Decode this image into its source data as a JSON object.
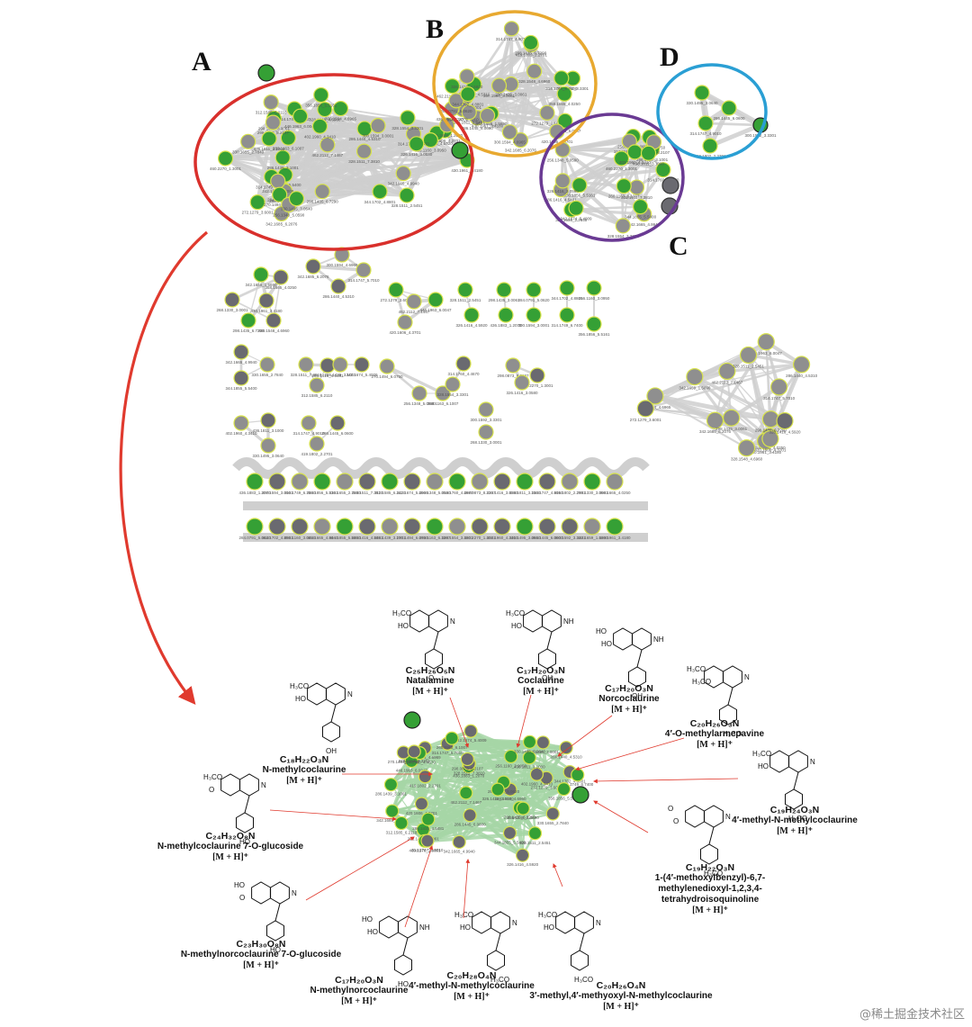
{
  "clusters": {
    "a": "A",
    "b": "B",
    "c": "C",
    "d": "D"
  },
  "colors": {
    "a": "#d9302c",
    "b": "#e8a930",
    "c": "#6a3a93",
    "d": "#2a9fd4",
    "green": "#35a035",
    "gray": "#8f8f8f",
    "dark": "#6a6a70",
    "edge": "#cfcfcf",
    "edge_green": "#a6d6a6",
    "arrow": "#e03a2e"
  },
  "top_node_labels": [
    "430.1961_3.4180",
    "298.1435_6.7290",
    "328.1548_4.6960",
    "342.1685_6.2076",
    "300.1594_4.6965",
    "314.1747_5.7010",
    "286.1440_4.5310",
    "272.1279_3.6001",
    "462.2112_7.1467",
    "446.1963_6.0047",
    "420.1606_4.3701",
    "328.1511_2.5451",
    "326.1416_4.5920",
    "298.1435_3.0061",
    "436.1883_1.2070",
    "284.0791_5.0620",
    "300.1594_3.0001",
    "344.1702_4.8801",
    "314.1749_6.7400",
    "256.1160_3.0950",
    "356.1856_5.5161",
    "342.1665_4.9940",
    "330.1655_2.7840",
    "344.1855_5.5400",
    "328.1511_7.3810",
    "286.1416_4.5481",
    "312.1585_6.2110",
    "286.1439_3.1001",
    "342.1674_5.4009"
  ],
  "top_node_labels2": [
    "270.1494_6.0750",
    "256.1348_5.0590",
    "260.1163_6.1007",
    "314.1760_4.4670",
    "328.1554_3.3301",
    "298.0873_8.2107",
    "460.2270_1.3001",
    "326.1416_3.0580",
    "402.1960_4.3410",
    "436.1811_3.1000",
    "330.1495_3.0640",
    "314.1747_4.9010",
    "286.1445_6.0600",
    "419.1802_2.2701",
    "300.1592_3.3301",
    "268.1330_3.0001",
    "342.1659_1.5690",
    "358.1665_4.0250"
  ],
  "compounds": [
    {
      "formula": "C₁₈H₂₂O₃N",
      "name": "N-methylcoclaurine",
      "adduct": "[M + H]⁺"
    },
    {
      "formula": "C₂₅H₂₆O₅N",
      "name": "Natalamine",
      "adduct": "[M + H]⁺"
    },
    {
      "formula": "C₁₇H₂₀O₃N",
      "name": "Coclaurine",
      "adduct": "[M + H]⁺"
    },
    {
      "formula": "C₁₇H₂₀O₃N",
      "name": "Norcoclaurine",
      "adduct": "[M + H]⁺"
    },
    {
      "formula": "C₂₀H₂₆O₃N",
      "name": "4′-O-methylarmepavine",
      "adduct": "[M + H]⁺"
    },
    {
      "formula": "C₁₉H₂₄O₃N",
      "name": "4′-methyl-N-methylcoclaurine",
      "adduct": "[M + H]⁺"
    },
    {
      "formula": "C₁₉H₂₂O₃N",
      "name": "1-(4′-methoxylbenzyl)-6,7-methylenedioxyl-1,2,3,4-tetrahydroisoquinoline",
      "adduct": "[M + H]⁺"
    },
    {
      "formula": "C₂₄H₃₂O₈N",
      "name": "N-methylcoclaurine 7-O-glucoside",
      "adduct": "[M + H]⁺"
    },
    {
      "formula": "C₂₃H₃₀O₈N",
      "name": "N-methylnorcoclaurine 7-O-glucoside",
      "adduct": "[M + H]⁺"
    },
    {
      "formula": "C₁₇H₂₀O₃N",
      "name": "N-methylnorcoclaurine",
      "adduct": "[M + H]⁺"
    },
    {
      "formula": "C₂₀H₂₈O₄N",
      "name": "4′-methyl-N-methylcoclaurine",
      "adduct": "[M + H]⁺"
    },
    {
      "formula": "C₂₀H₂₆O₄N",
      "name": "3′-methyl,4′-methyoxyl-N-methylcoclaurine",
      "adduct": "[M + H]⁺"
    }
  ],
  "structure_groups": {
    "methoxy": "H₃CO",
    "hydroxy": "HO",
    "hydroxyl": "OH",
    "amine": "NH",
    "nitrogen": "N",
    "oxygen": "O",
    "ring_oxygen": "O"
  },
  "watermark": "@稀土掘金技术社区"
}
